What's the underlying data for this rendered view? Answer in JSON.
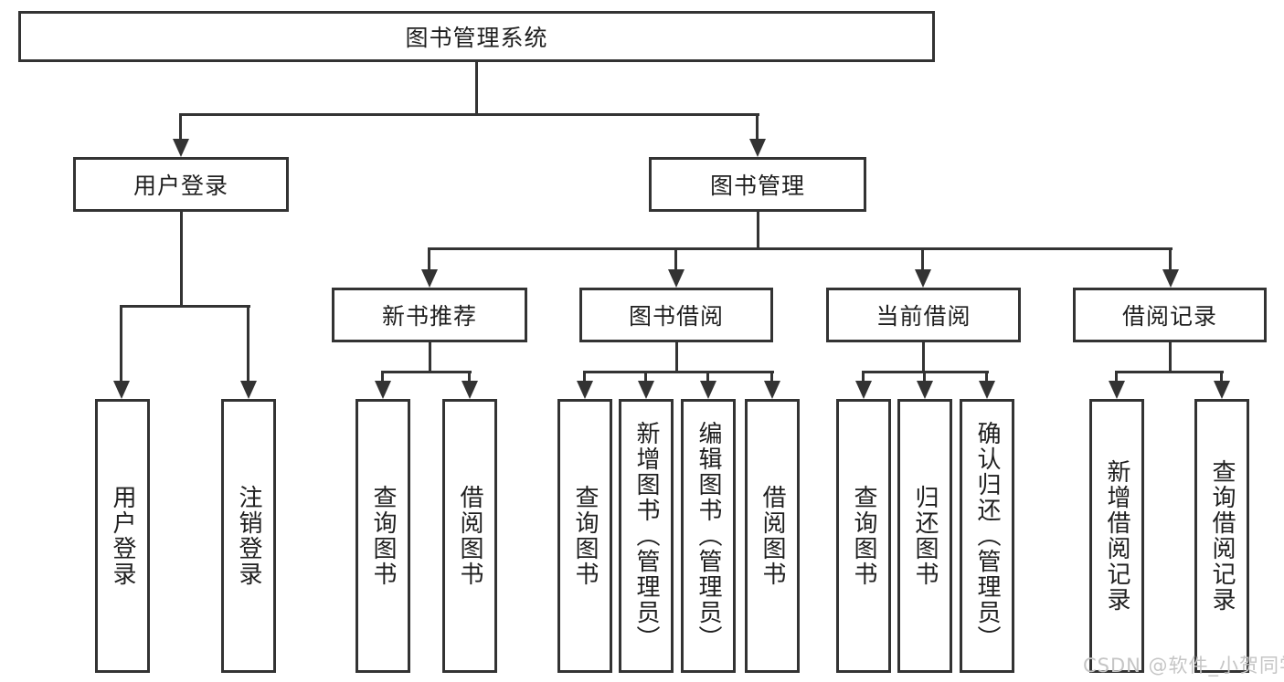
{
  "colors": {
    "line": "#333333",
    "text": "#1f1f1f",
    "watermark": "#c5c5c5",
    "background": "#ffffff"
  },
  "watermark": "CSDN @软件_小贺同学",
  "tree": {
    "root": "图书管理系统",
    "branches": [
      {
        "label": "用户登录",
        "children": [
          "用户登录",
          "注销登录"
        ]
      },
      {
        "label": "图书管理",
        "children": [
          {
            "label": "新书推荐",
            "children": [
              "查询图书",
              "借阅图书"
            ]
          },
          {
            "label": "图书借阅",
            "children": [
              "查询图书",
              "新增图书（管理员）",
              "编辑图书（管理员）",
              "借阅图书"
            ]
          },
          {
            "label": "当前借阅",
            "children": [
              "查询图书",
              "归还图书",
              "确认归还（管理员）"
            ]
          },
          {
            "label": "借阅记录",
            "children": [
              "新增借阅记录",
              "查询借阅记录"
            ]
          }
        ]
      }
    ]
  }
}
